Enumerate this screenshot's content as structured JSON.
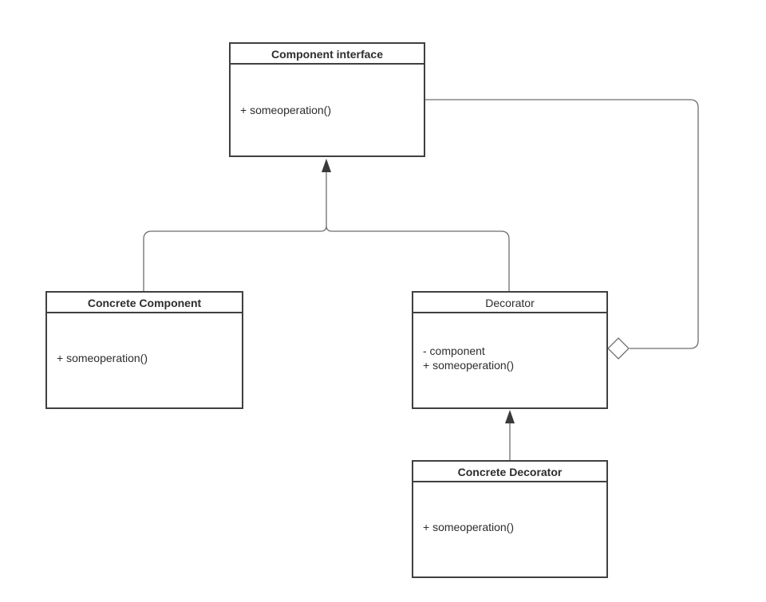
{
  "diagram": {
    "kind": "uml-class-diagram",
    "pattern": "Decorator",
    "background": "#ffffff",
    "colors": {
      "box_border": "#404040",
      "connector": "#6e6e6e",
      "arrowhead": "#3a3a3a",
      "text": "#2d2d2d"
    },
    "classes": {
      "component_interface": {
        "name": "Component interface",
        "title_bold": true,
        "members": [
          "+ someoperation()"
        ]
      },
      "concrete_component": {
        "name": "Concrete Component",
        "title_bold": true,
        "members": [
          "+ someoperation()"
        ]
      },
      "decorator": {
        "name": "Decorator",
        "title_bold": false,
        "members": [
          "- component",
          "+ someoperation()"
        ]
      },
      "concrete_decorator": {
        "name": "Concrete Decorator",
        "title_bold": true,
        "members": [
          "+ someoperation()"
        ]
      }
    },
    "relationships": [
      {
        "type": "inheritance",
        "from": "Concrete Component",
        "to": "Component interface",
        "arrowhead": "solid-triangle"
      },
      {
        "type": "inheritance",
        "from": "Decorator",
        "to": "Component interface",
        "arrowhead": "solid-triangle"
      },
      {
        "type": "inheritance",
        "from": "Concrete Decorator",
        "to": "Decorator",
        "arrowhead": "solid-triangle"
      },
      {
        "type": "aggregation",
        "from": "Decorator",
        "to": "Component interface",
        "marker": "hollow-diamond"
      }
    ]
  }
}
